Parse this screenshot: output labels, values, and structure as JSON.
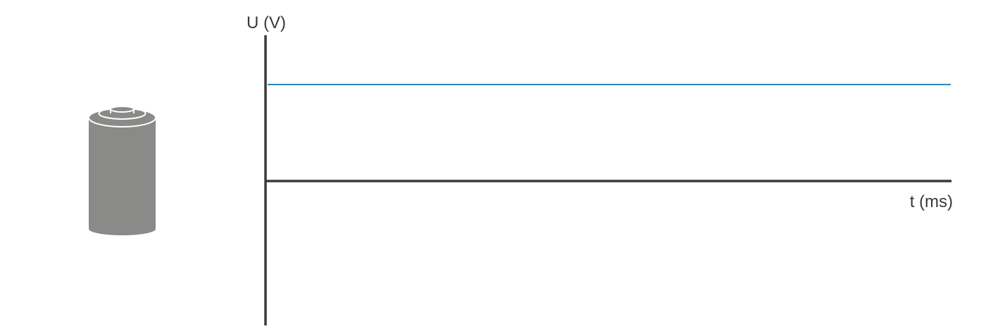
{
  "icons": {
    "battery": "battery-icon"
  },
  "colors": {
    "axis": "#3a3a3a",
    "series": "#2e86b5",
    "battery_body": "#8a8a88"
  },
  "chart_data": {
    "type": "line",
    "xlabel": "t (ms)",
    "ylabel": "U (V)",
    "grid": false,
    "series": [
      {
        "shape": "constant"
      }
    ]
  }
}
